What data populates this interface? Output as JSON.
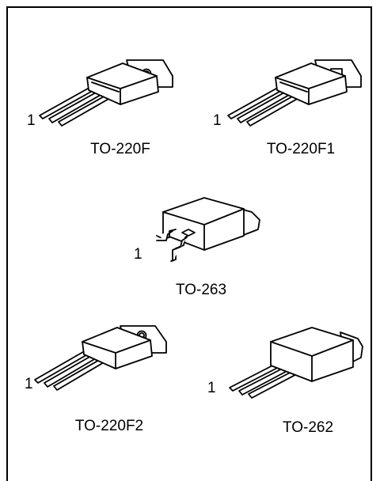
{
  "packages": [
    {
      "name": "TO-220F",
      "pin1": "1"
    },
    {
      "name": "TO-220F1",
      "pin1": "1"
    },
    {
      "name": "TO-263",
      "pin1": "1"
    },
    {
      "name": "TO-220F2",
      "pin1": "1"
    },
    {
      "name": "TO-262",
      "pin1": "1"
    }
  ]
}
